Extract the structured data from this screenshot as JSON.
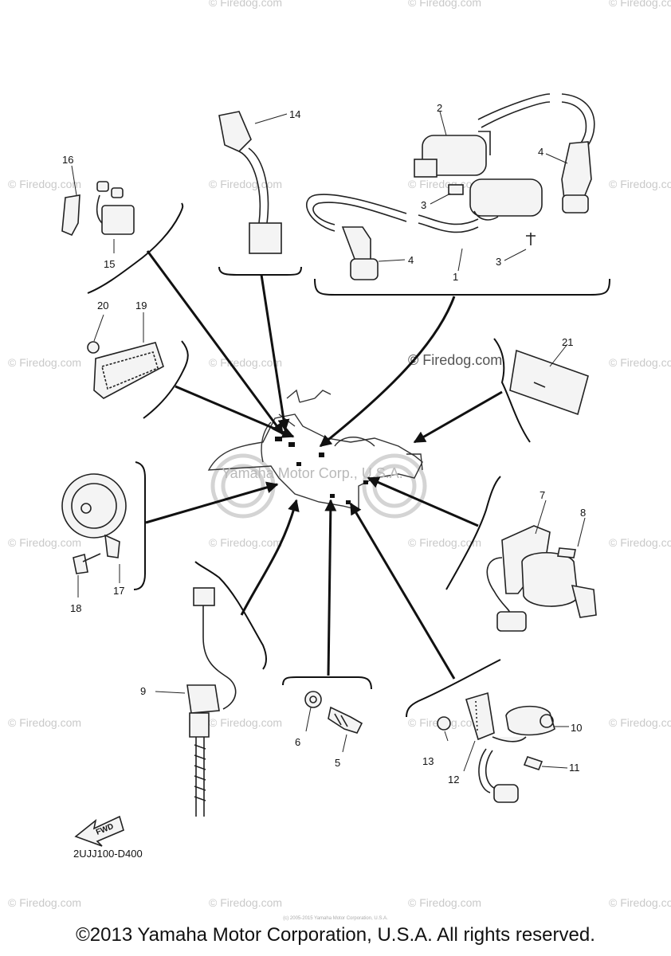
{
  "watermark": {
    "text": "© Firedog.com",
    "center_text": "© Firedog.com",
    "bike_text": "Yamaha Motor Corp., U.S.A."
  },
  "callouts": {
    "n1": "1",
    "n2": "2",
    "n3a": "3",
    "n3b": "3",
    "n4a": "4",
    "n4b": "4",
    "n5": "5",
    "n6": "6",
    "n7": "7",
    "n8": "8",
    "n9": "9",
    "n10": "10",
    "n11": "11",
    "n12": "12",
    "n13": "13",
    "n14": "14",
    "n15": "15",
    "n16": "16",
    "n17": "17",
    "n18": "18",
    "n19": "19",
    "n20": "20",
    "n21": "21"
  },
  "fwd_label": "FWD",
  "diagram_code": "2UJJ100-D400",
  "tiny_note": "(c) 2005-2015 Yamaha Motor Corporation, U.S.A.",
  "copyright": "©2013 Yamaha Motor Corporation, U.S.A. All rights reserved."
}
